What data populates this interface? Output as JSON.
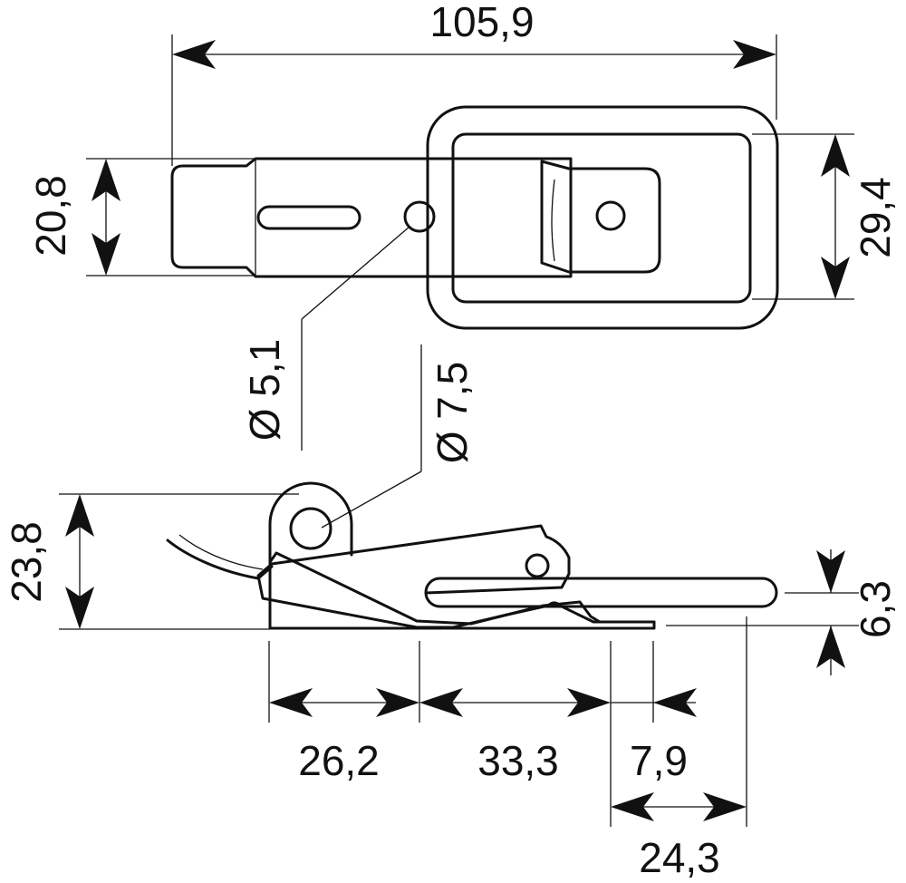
{
  "colors": {
    "line": "#111111",
    "background": "#ffffff"
  },
  "dimensions": {
    "overall_length": "105,9",
    "top_body_height": "20,8",
    "keeper_height": "29,4",
    "hole_small": "Ø 5,1",
    "hole_large": "Ø 7,5",
    "side_height": "23,8",
    "keeper_thickness": "6,3",
    "segment_a": "26,2",
    "segment_b": "33,3",
    "segment_c": "7,9",
    "keeper_offset": "24,3"
  }
}
